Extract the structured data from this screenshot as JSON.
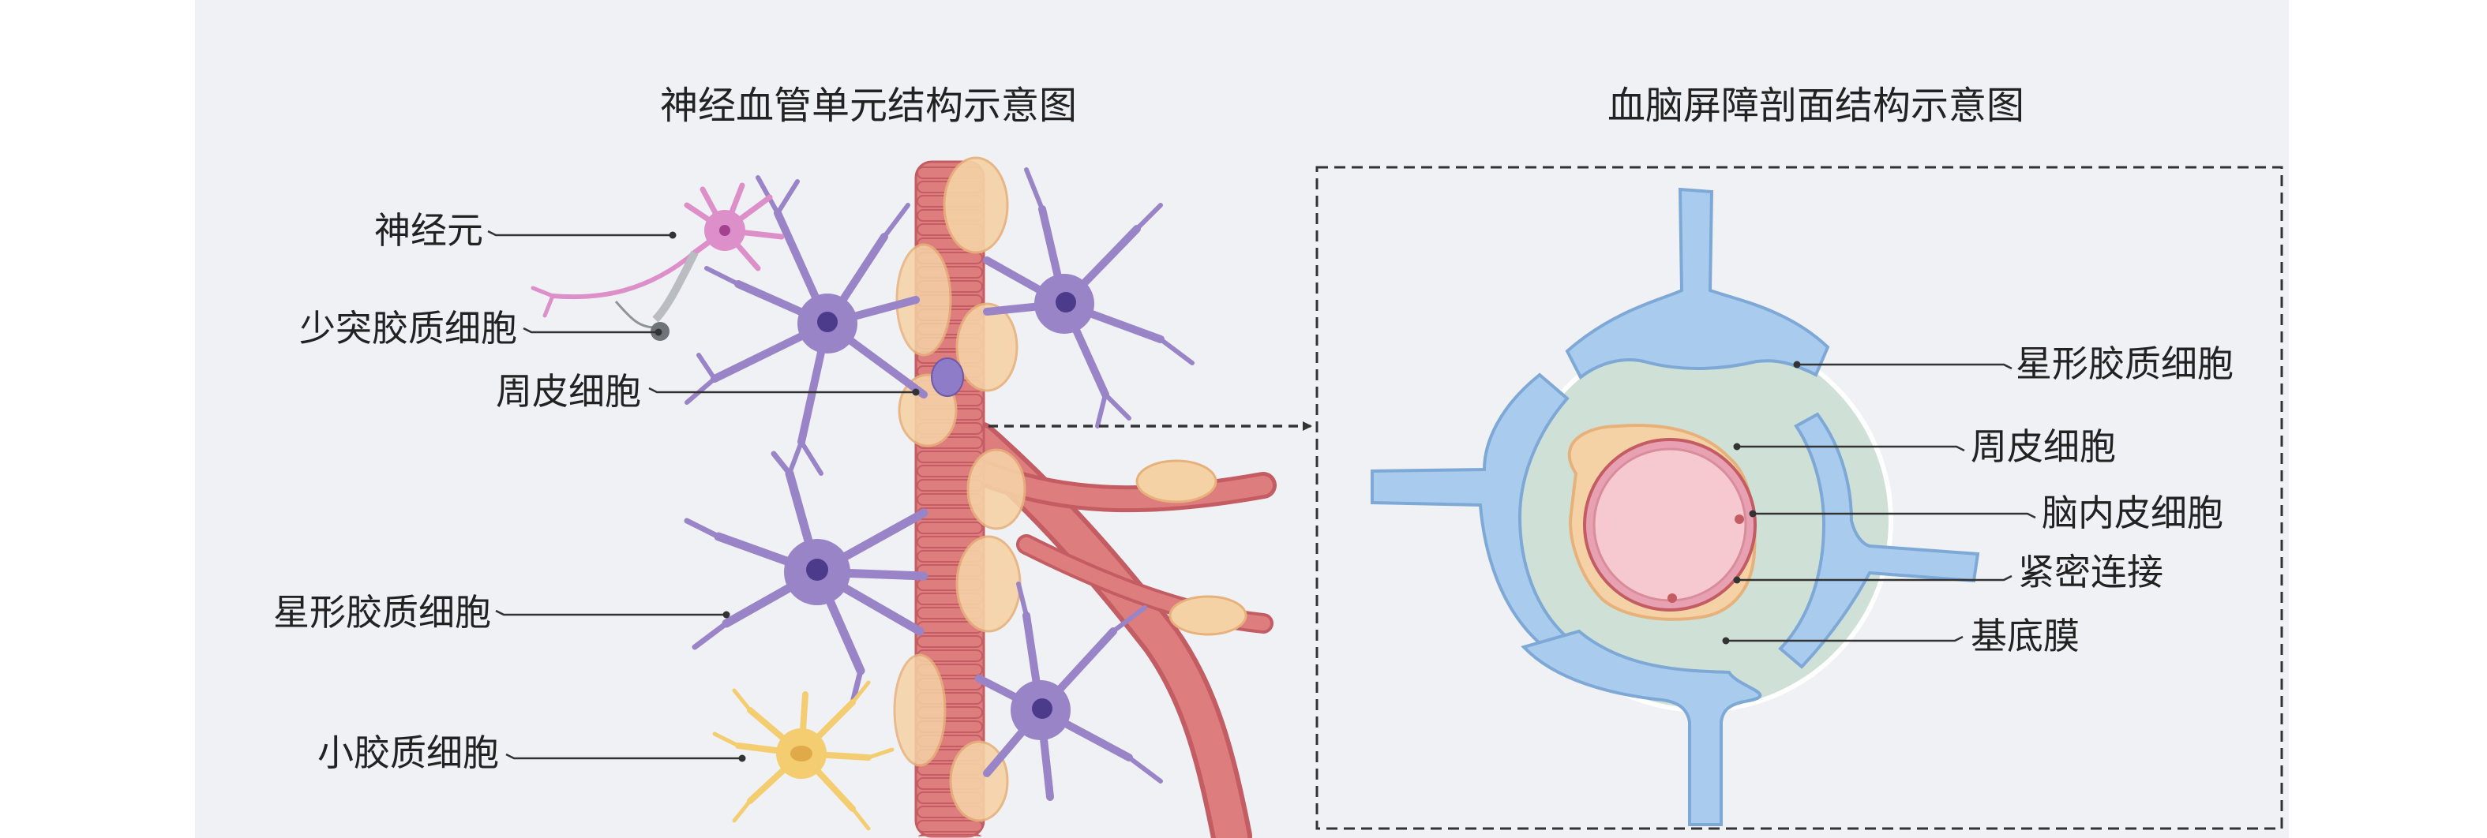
{
  "left_panel": {
    "title": "神经血管单元结构示意图",
    "labels": {
      "neuron": "神经元",
      "oligodendrocyte": "少突胶质细胞",
      "pericyte": "周皮细胞",
      "astrocyte": "星形胶质细胞",
      "microglia": "小胶质细胞"
    }
  },
  "right_panel": {
    "title": "血脑屏障剖面结构示意图",
    "labels": {
      "astrocyte": "星形胶质细胞",
      "pericyte": "周皮细胞",
      "endothelial": "脑内皮细胞",
      "tight_junction": "紧密连接",
      "basement_membrane": "基底膜"
    }
  },
  "colors": {
    "background": "#f0f1f5",
    "vessel": "#de7d7e",
    "vessel_ring": "#c45c63",
    "pericyte": "#f5d2a6",
    "astrocyte": "#9a84c8",
    "astrocyte_nucleus": "#4b3b8a",
    "neuron": "#dc8fc8",
    "microglia": "#f4cd70",
    "endfoot_blue": "#a9ccee",
    "endfoot_stroke": "#7ea8d6",
    "basement_membrane": "#cfe1d6",
    "endothelial": "#f6c9d0",
    "tight_junction": "#e7a1b2"
  }
}
